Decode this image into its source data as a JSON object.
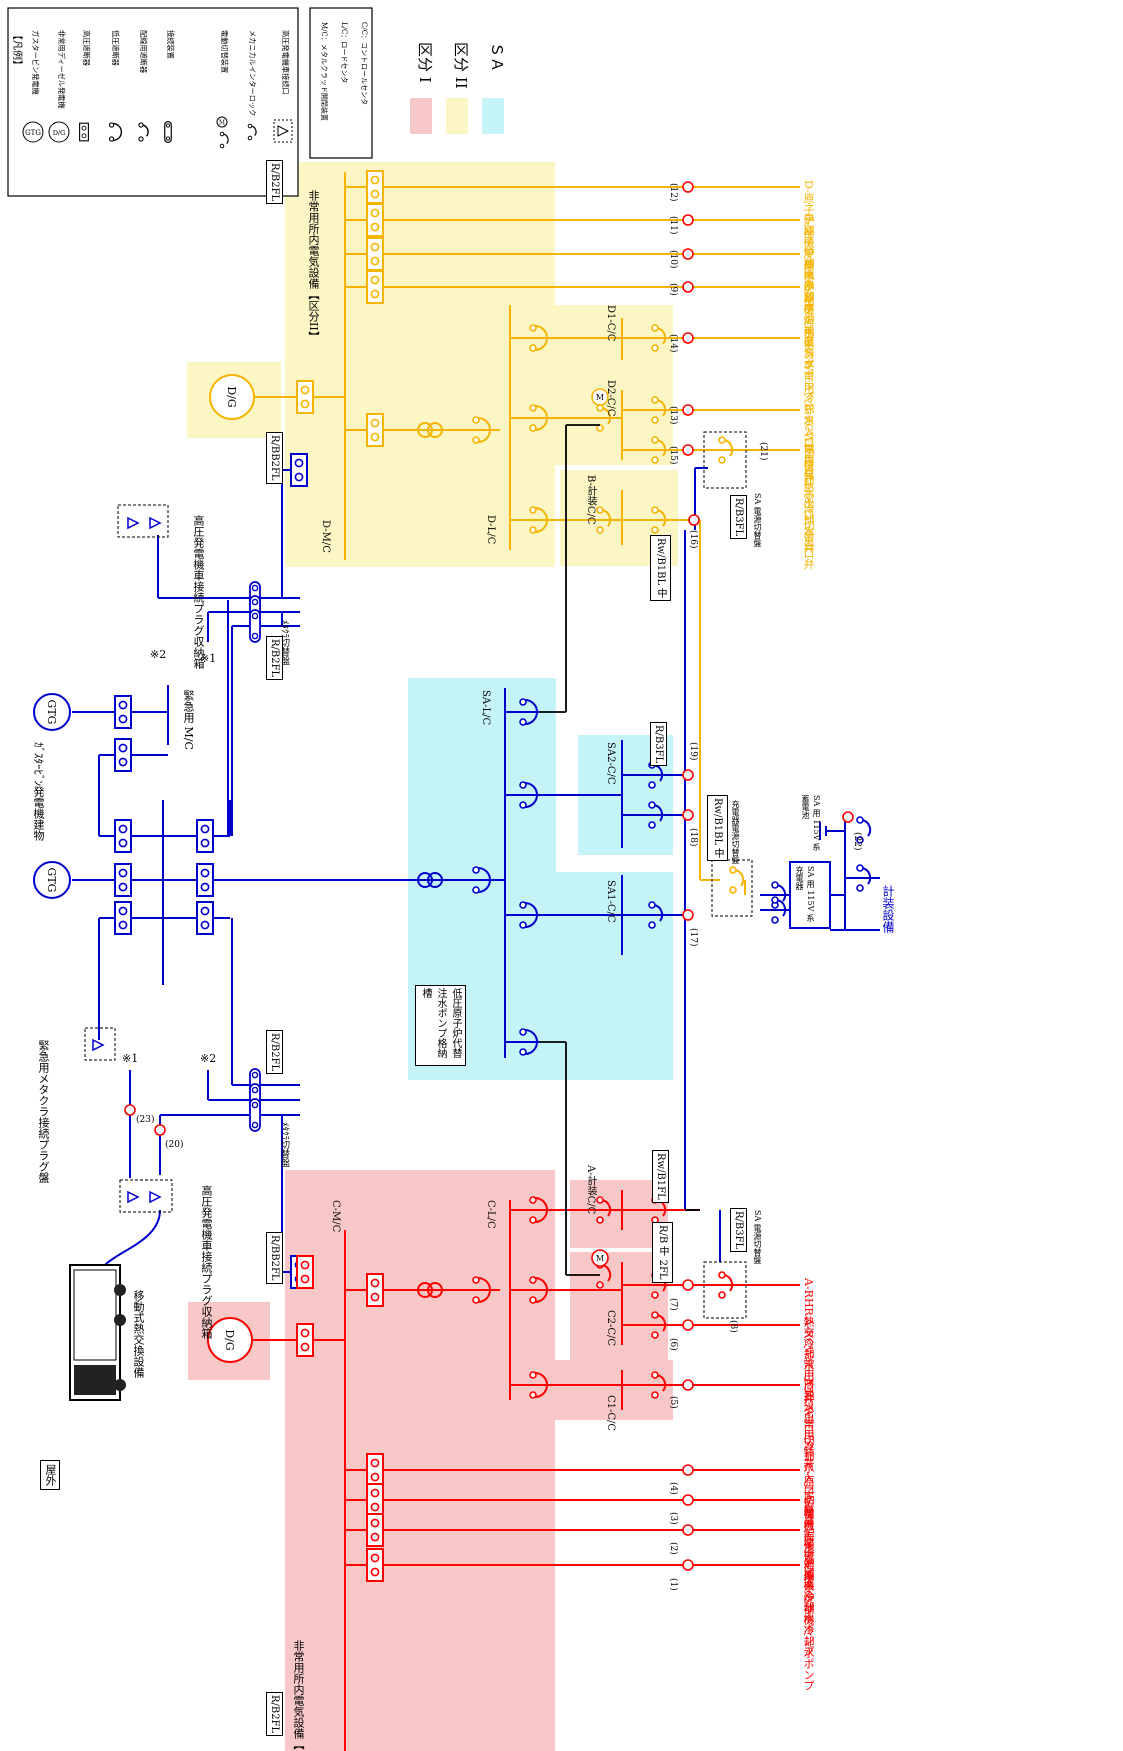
{
  "legend": {
    "title": "【凡例】",
    "items": [
      "ガスタービン発電機",
      "非常用ディーゼル発電機",
      "高圧遮断器",
      "低圧遮断器",
      "配線用遮断器",
      "接続装置",
      "電動切替装置",
      "メカニカルインターロック",
      "高圧発電機車接続口"
    ],
    "gtg_symbol": "GTG",
    "dg_symbol": "D/G",
    "motor_symbol": "M",
    "abbreviations": [
      "M/C：メタルクラッド開閉装置",
      "L/C：ロードセンタ",
      "C/C：コントロールセンタ"
    ]
  },
  "divisions": {
    "div1": "区分 I",
    "div2": "区分 II",
    "sa": "ＳＡ",
    "colors": {
      "div1": "#f8c8c8",
      "div2": "#fbf6c4",
      "sa": "#c4f4f8"
    }
  },
  "line_colors": {
    "div1": "#ff0000",
    "div2": "#f5b400",
    "sa": "#0000cc",
    "black": "#000000"
  },
  "labels": {
    "gt_building": "ｶﾞｽﾀｰﾋﾞﾝ発電機建物",
    "emergency_mc": "緊急用 M/C",
    "gtg1": "GTG",
    "gtg2": "GTG",
    "emg_plug_panel": "緊急用メタクラ接続プラグ盤",
    "hv_car_top": "高圧発電機車接続プラグ収納箱",
    "hv_car_bottom": "高圧発電機車接続プラグ収納箱",
    "metakura_top": "ﾒﾀｸﾗ切替盤",
    "metakura_bottom": "ﾒﾀｸﾗ切替盤",
    "note1_top": "※1",
    "note2_top": "※2",
    "note1_bottom": "※1",
    "note2_bottom": "※2",
    "n23": "(23)",
    "n20": "(20)",
    "mobile_hx": "移動式熱交換設備",
    "outdoor": "屋外",
    "div2_title": "非常用所内電気設備【区分II】",
    "div1_title": "非常用所内電気設備【区分 I 】",
    "d_mc": "D-M/C",
    "d_lc": "D-L/C",
    "c_mc": "C-M/C",
    "c_lc": "C-L/C",
    "d1_cc": "D1-C/C",
    "d2_cc": "D2-C/C",
    "b_inst_cc": "B-計装C/C",
    "a_inst_cc": "A-計装C/C",
    "c1_cc": "C1-C/C",
    "c2_cc": "C2-C/C",
    "sa_lc": "SA-L/C",
    "sa1_cc": "SA1-C/C",
    "sa2_cc": "SA2-C/C",
    "dg_top": "D/G",
    "dg_bottom": "D/G",
    "lp_pump": "低圧原子炉代替注水ポンプ格納槽",
    "loc_rb2fl_1": "R/B2FL",
    "loc_rbb2fl_1": "R/BB2FL",
    "loc_rb2fl_2": "R/B2FL",
    "loc_rbb2fl_2": "R/BB2FL",
    "loc_rb2fl_3": "R/B2FL",
    "loc_rb2fl_4": "R/B2FL",
    "loc_rwb1bl": "Rw/B1BL 中",
    "loc_rb3fl_1": "R/B3FL",
    "loc_rb3fl_2": "R/B3FL",
    "loc_rb3fl_3": "R/B3FL",
    "loc_rwb1bl_2": "Rw/B1BL 中",
    "loc_rwb1fl": "Rw/B1FL",
    "loc_rb_mid2fl": "R/B 中 2FL",
    "sa_switch_top": "SA 電源切替盤",
    "sa_switch_bottom": "SA 電源切替盤",
    "charger_switch": "充電器電源切替盤",
    "sa115_battery": "SA 用 115V 系蓄電池",
    "sa115_charger": "SA 用 115V 系充電器",
    "instrumentation": "計装設備",
    "n16": "(16)",
    "n17": "(17)",
    "n18": "(18)",
    "n19": "(19)",
    "n21": "(21)",
    "n22": "(22)"
  },
  "loads_div2": [
    {
      "no": "(12)",
      "name": "D-原子炉補機冷却水ポンプ"
    },
    {
      "no": "(11)",
      "name": "B-原子炉補機冷却水ポンプ"
    },
    {
      "no": "(10)",
      "name": "D-原子炉補機海水ポンプ"
    },
    {
      "no": "(9)",
      "name": "B-原子炉補機海水ポンプ"
    },
    {
      "no": "(14)",
      "name": "B-RCW常用冷却水入口切替弁"
    },
    {
      "no": "(13)",
      "name": "B-RCW常用冷却水出口切替弁"
    },
    {
      "no": "(15)",
      "name": "B-RHR熱交冷却水出口弁"
    }
  ],
  "loads_div1": [
    {
      "no": "(7)",
      "name": "A-RHR熱交冷却水出口弁"
    },
    {
      "no": "(6)",
      "name": "A-RCW常用冷却水出口切替弁"
    },
    {
      "no": "(5)",
      "name": "A-RCW常用冷却水入口切替弁"
    },
    {
      "no": "(4)",
      "name": "C-原子炉補機海水ポンプ"
    },
    {
      "no": "(3)",
      "name": "A-原子炉補機海水ポンプ"
    },
    {
      "no": "(2)",
      "name": "C-原子炉補機冷却水ポンプ"
    },
    {
      "no": "(1)",
      "name": "A-原子炉補機冷却水ポンプ"
    }
  ],
  "n8": "(8)"
}
